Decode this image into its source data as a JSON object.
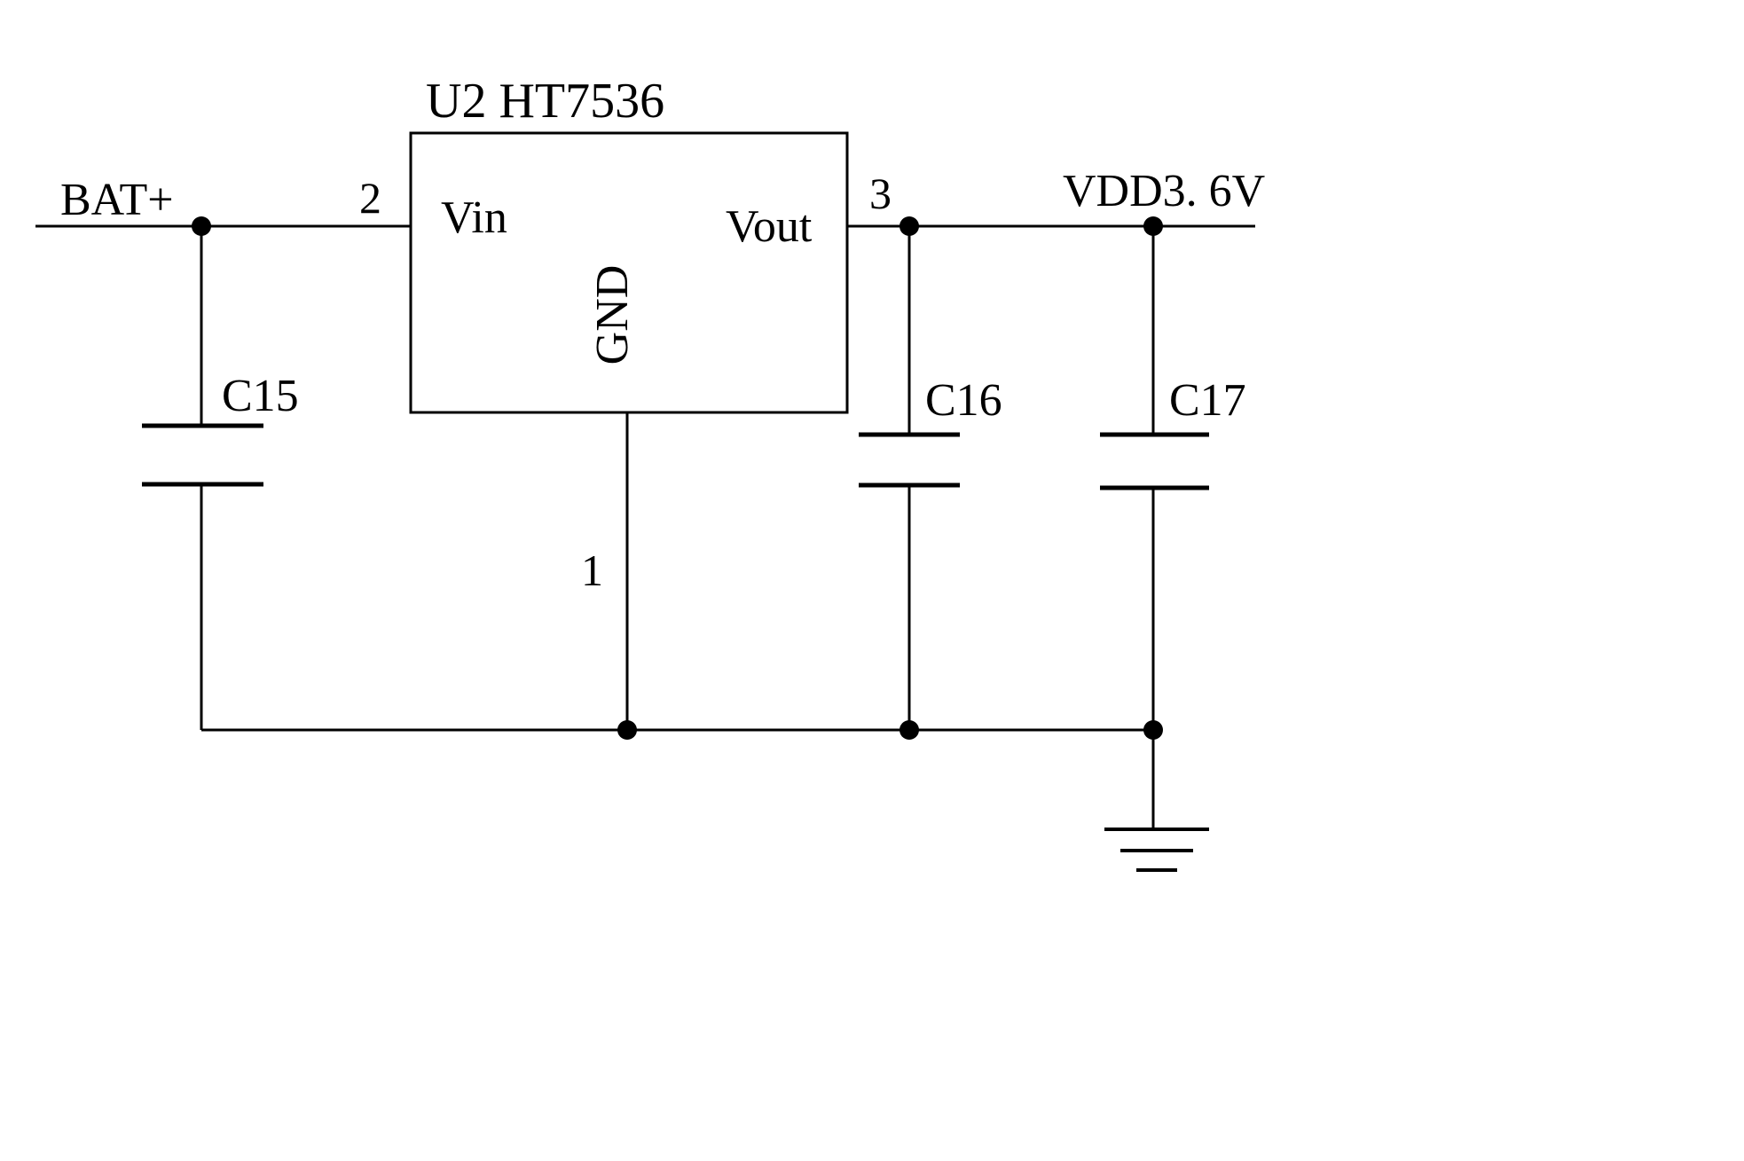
{
  "diagram": {
    "type": "schematic",
    "title": "U2 HT7536",
    "ic": {
      "designator": "U2",
      "part_number": "HT7536",
      "label_vin": "Vin",
      "label_vout": "Vout",
      "label_gnd": "GND",
      "pin_number_vin": "2",
      "pin_number_vout": "3",
      "pin_number_gnd": "1"
    },
    "nets": {
      "input": "BAT+",
      "output": "VDD3. 6V"
    },
    "capacitors": {
      "c15": "C15",
      "c16": "C16",
      "c17": "C17"
    },
    "colors": {
      "line": "#000000",
      "background": "#ffffff"
    }
  }
}
